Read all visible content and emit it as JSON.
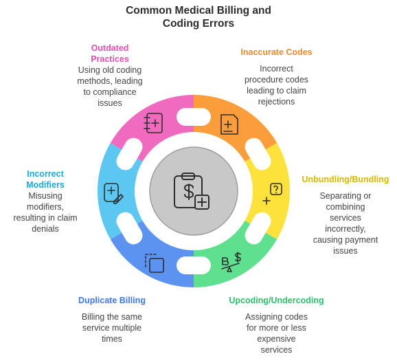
{
  "title_line1": "Common Medical Billing and",
  "title_line2": "Coding Errors",
  "colors": {
    "pink": "#F06BC0",
    "orange": "#FA9D3A",
    "yellow": "#FCE23A",
    "green": "#5FE08F",
    "blue": "#5C93F0",
    "cyan": "#5CC7F0",
    "hub": "#C8C8C8"
  },
  "segments": [
    {
      "key": "inaccurate",
      "title": "Inaccurate Codes",
      "desc": "Incorrect\nprocedure codes\nleading to claim\nrejections",
      "color": "#F08A2C",
      "icon": "medical-document-icon"
    },
    {
      "key": "bundling",
      "title": "Unbundling/Bundling",
      "desc": "Separating or\ncombining\nservices\nincorrectly,\ncausing payment\nissues",
      "color": "#D9B800",
      "icon": "medical-question-icon"
    },
    {
      "key": "upcoding",
      "title": "Upcoding/Undercoding",
      "desc": "Assigning codes\nfor more or less\nexpensive\nservices",
      "color": "#2FBF6A",
      "icon": "currency-scale-icon"
    },
    {
      "key": "duplicate",
      "title": "Duplicate Billing",
      "desc": "Billing the same\nservice multiple\ntimes",
      "color": "#3E78E0",
      "icon": "duplicate-square-icon"
    },
    {
      "key": "modifiers",
      "title": "Incorrect\nModifiers",
      "desc": "Misusing\nmodifiers,\nresulting in claim\ndenials",
      "color": "#1AA8D8",
      "icon": "edit-medical-icon"
    },
    {
      "key": "outdated",
      "title": "Outdated\nPractices",
      "desc": "Using old coding\nmethods, leading\nto compliance\nissues",
      "color": "#E24FAE",
      "icon": "medical-notebook-icon"
    }
  ],
  "hub_icon": "clipboard-dollar-medical-icon"
}
